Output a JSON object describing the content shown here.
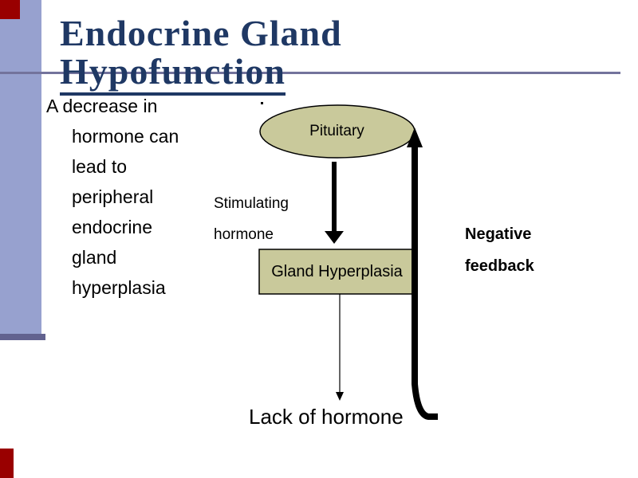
{
  "colors": {
    "accent_bar": "#97a1cf",
    "accent_bar_edge": "#62628f",
    "accent_square": "#990000",
    "rule_color": "#73739c",
    "title_color": "#1f3864",
    "shape_fill": "#c9c99b",
    "shape_stroke": "#000000",
    "text_color": "#000000"
  },
  "title": {
    "line1": "Endocrine Gland",
    "line2": "Hypofunction"
  },
  "body": {
    "lines": [
      "A decrease in",
      "hormone can",
      "lead to",
      "peripheral",
      "endocrine",
      "gland",
      "hyperplasia"
    ]
  },
  "diagram": {
    "pituitary_label": "Pituitary",
    "stimulating_hormone": {
      "line1": "Stimulating",
      "line2": "hormone"
    },
    "gland_box_label": "Gland Hyperplasia",
    "negative_feedback": {
      "line1": "Negative",
      "line2": "feedback"
    },
    "lack_of_hormone_label": "Lack of hormone"
  }
}
